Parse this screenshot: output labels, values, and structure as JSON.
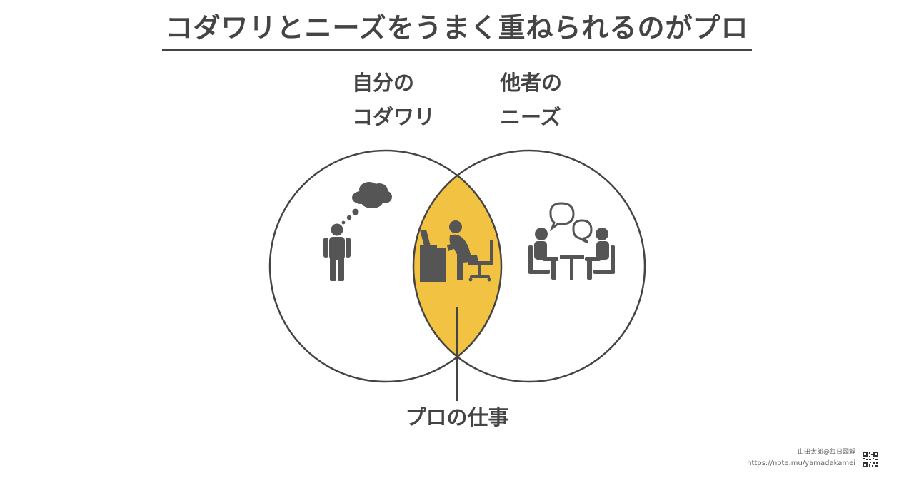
{
  "title": "コダワリとニーズをうまく重ねられるのがプロ",
  "left_label": {
    "line1": "自分の",
    "line2": "コダワリ"
  },
  "right_label": {
    "line1": "他者の",
    "line2": "ニーズ"
  },
  "overlap_label": "プロの仕事",
  "credit": {
    "author": "山田太郎@毎日図解",
    "url": "https://note.mu/yamadakamei"
  },
  "colors": {
    "overlap": "#F2C242",
    "stroke": "#444444",
    "icon": "#555555"
  },
  "icons": {
    "left": "thinking-person-icon",
    "center": "person-working-at-desk-icon",
    "right": "meeting-conversation-icon"
  }
}
